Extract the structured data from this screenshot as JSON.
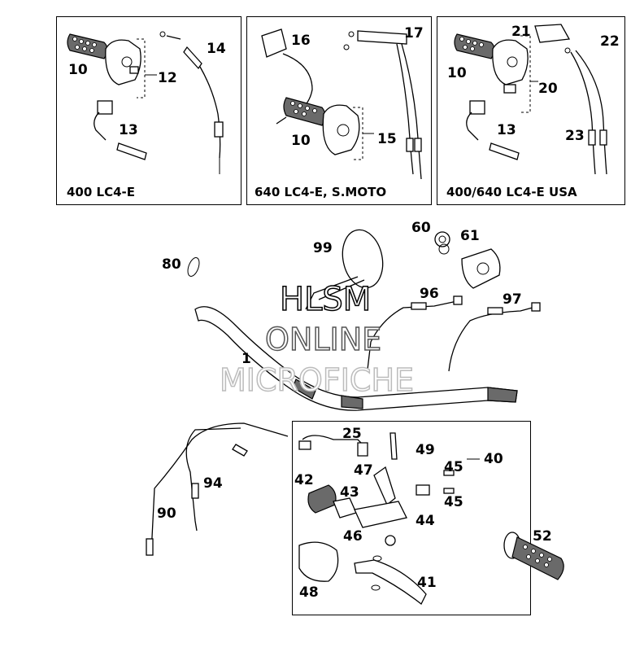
{
  "watermark": {
    "line1": "HLSM",
    "line2": "ONLINE",
    "line3": "MICROFICHE"
  },
  "panels": [
    {
      "caption": "400 LC4-E"
    },
    {
      "caption": "640 LC4-E, S.MOTO"
    },
    {
      "caption": "400/640 LC4-E USA"
    }
  ],
  "callouts": {
    "p10a": "10",
    "p12": "12",
    "p14": "14",
    "p13a": "13",
    "p16": "16",
    "p17": "17",
    "p10b": "10",
    "p15": "15",
    "p21": "21",
    "p22": "22",
    "p10c": "10",
    "p20": "20",
    "p13b": "13",
    "p23": "23",
    "p60": "60",
    "p61": "61",
    "p99": "99",
    "p80": "80",
    "p96": "96",
    "p97": "97",
    "p1": "1",
    "p25": "25",
    "p49": "49",
    "p40": "40",
    "p47": "47",
    "p45a": "45",
    "p42": "42",
    "p43": "43",
    "p45b": "45",
    "p44": "44",
    "p46": "46",
    "p94": "94",
    "p90": "90",
    "p52": "52",
    "p48": "48",
    "p41": "41"
  },
  "icons": {
    "throttle-grip": "throttle-grip-icon",
    "throttle-housing": "throttle-housing-icon",
    "cable": "cable-icon",
    "kill-switch": "kill-switch-icon",
    "handlebar": "handlebar-icon",
    "mirror": "mirror-icon",
    "clutch-lever": "clutch-lever-icon",
    "hand-guard": "hand-guard-icon"
  }
}
